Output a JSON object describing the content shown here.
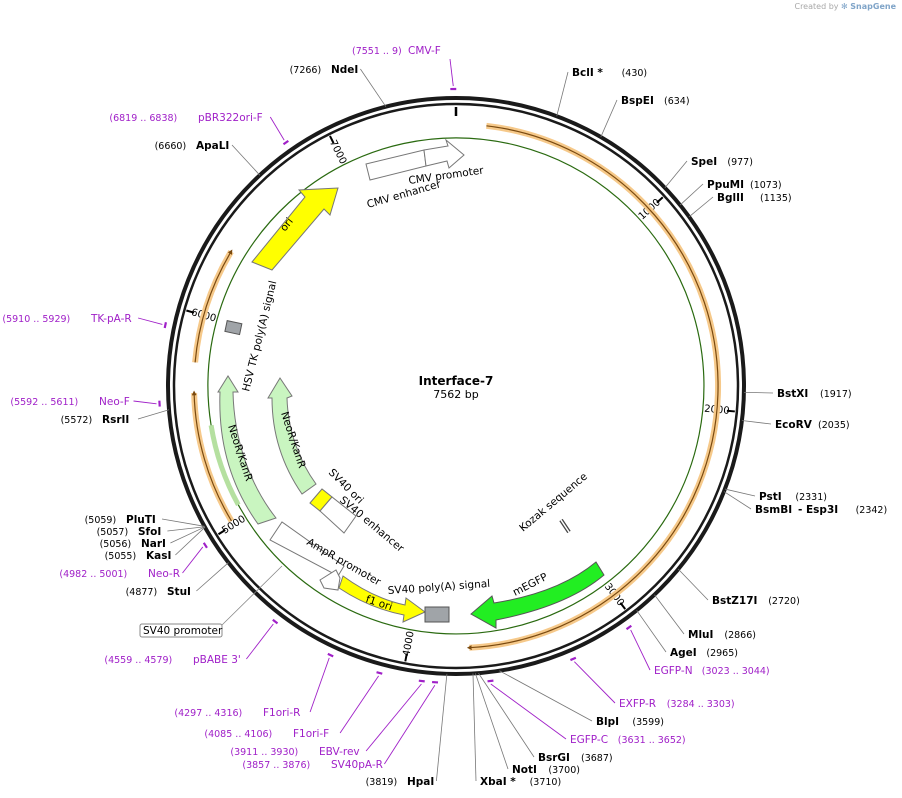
{
  "credit": {
    "prefix": "Created by",
    "brand": "SnapGene"
  },
  "plasmid": {
    "name": "Interface-7",
    "length_label": "7562 bp",
    "length": 7562
  },
  "ticks": [
    {
      "label": "1000",
      "pos": 1000
    },
    {
      "label": "2000",
      "pos": 2000
    },
    {
      "label": "3000",
      "pos": 3000
    },
    {
      "label": "4000",
      "pos": 4000
    },
    {
      "label": "5000",
      "pos": 5000
    },
    {
      "label": "6000",
      "pos": 6000
    },
    {
      "label": "7000",
      "pos": 7000
    }
  ],
  "enzymes": [
    {
      "name": "BclI *",
      "pos_label": "(430)",
      "pos": 430
    },
    {
      "name": "BspEI",
      "pos_label": "(634)",
      "pos": 634
    },
    {
      "name": "SpeI",
      "pos_label": "(977)",
      "pos": 977
    },
    {
      "name": "PpuMI",
      "pos_label": "(1073)",
      "pos": 1073
    },
    {
      "name": "BglII",
      "pos_label": "(1135)",
      "pos": 1135
    },
    {
      "name": "BstXI",
      "pos_label": "(1917)",
      "pos": 1917
    },
    {
      "name": "EcoRV",
      "pos_label": "(2035)",
      "pos": 2035
    },
    {
      "name": "PstI",
      "pos_label": "(2331)",
      "pos": 2331
    },
    {
      "name": "BsmBI",
      "extra": "- Esp3I",
      "pos_label": "(2342)",
      "pos": 2342
    },
    {
      "name": "BstZ17I",
      "pos_label": "(2720)",
      "pos": 2720
    },
    {
      "name": "MluI",
      "pos_label": "(2866)",
      "pos": 2866
    },
    {
      "name": "AgeI",
      "pos_label": "(2965)",
      "pos": 2965
    },
    {
      "name": "BlpI",
      "pos_label": "(3599)",
      "pos": 3599
    },
    {
      "name": "BsrGI",
      "pos_label": "(3687)",
      "pos": 3687
    },
    {
      "name": "NotI",
      "pos_label": "(3700)",
      "pos": 3700
    },
    {
      "name": "XbaI *",
      "pos_label": "(3710)",
      "pos": 3710
    },
    {
      "name": "HpaI",
      "pos_label": "(3819)",
      "pos": 3819
    },
    {
      "name": "StuI",
      "pos_label": "(4877)",
      "pos": 4877
    },
    {
      "name": "KasI",
      "pos_label": "(5055)",
      "pos": 5055
    },
    {
      "name": "NarI",
      "pos_label": "(5056)",
      "pos": 5056
    },
    {
      "name": "SfoI",
      "pos_label": "(5057)",
      "pos": 5057
    },
    {
      "name": "PluTI",
      "pos_label": "(5059)",
      "pos": 5059
    },
    {
      "name": "RsrII",
      "pos_label": "(5572)",
      "pos": 5572
    },
    {
      "name": "ApaLI",
      "pos_label": "(6660)",
      "pos": 6660
    },
    {
      "name": "NdeI",
      "pos_label": "(7266)",
      "pos": 7266
    }
  ],
  "primers": [
    {
      "name": "CMV-F",
      "range": "(7551 .. 9)",
      "pos": 7551
    },
    {
      "name": "pBR322ori-F",
      "range": "(6819 .. 6838)",
      "pos": 6828
    },
    {
      "name": "TK-pA-R",
      "range": "(5910 .. 5929)",
      "pos": 5920
    },
    {
      "name": "Neo-F",
      "range": "(5592 .. 5611)",
      "pos": 5600
    },
    {
      "name": "Neo-R",
      "range": "(4982 .. 5001)",
      "pos": 4990
    },
    {
      "name": "pBABE 3'",
      "range": "(4559 .. 4579)",
      "pos": 4569
    },
    {
      "name": "F1ori-R",
      "range": "(4297 .. 4316)",
      "pos": 4306
    },
    {
      "name": "F1ori-F",
      "range": "(4085 .. 4106)",
      "pos": 4095
    },
    {
      "name": "EBV-rev",
      "range": "(3911 .. 3930)",
      "pos": 3920
    },
    {
      "name": "SV40pA-R",
      "range": "(3857 .. 3876)",
      "pos": 3866
    },
    {
      "name": "EGFP-N",
      "range": "(3023 .. 3044)",
      "pos": 3033
    },
    {
      "name": "EXFP-R",
      "range": "(3284 .. 3303)",
      "pos": 3293
    },
    {
      "name": "EGFP-C",
      "range": "(3631 .. 3652)",
      "pos": 3641
    }
  ],
  "features": {
    "cmv_enhancer": "CMV enhancer",
    "cmv_promoter": "CMV promoter",
    "ori": "ori",
    "hsv_tk": "HSV TK poly(A) signal",
    "neor_outer": "NeoR/KanR",
    "neor_inner": "NeoR/KanR",
    "sv40_ori": "SV40 ori",
    "sv40_enhancer": "SV40 enhancer",
    "ampr_promoter": "AmpR promoter",
    "f1_ori": "f1 ori",
    "sv40_polya": "SV40 poly(A) signal",
    "megfp": "mEGFP",
    "kozak": "Kozak sequence",
    "sv40_promoter_box": "SV40 promoter"
  },
  "colors": {
    "backbone": "#1a1a1a",
    "orf": "#f2a742",
    "ori": "#ffff00",
    "neo": "#c9f5c0",
    "egfp": "#22ee22",
    "terminator": "#a0a4a8",
    "primer": "#a020c8"
  }
}
